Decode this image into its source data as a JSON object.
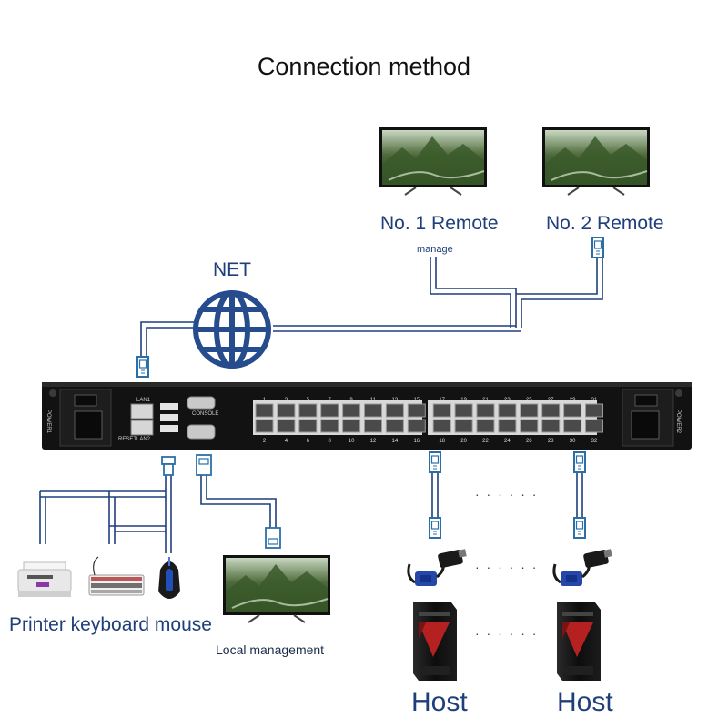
{
  "title": "Connection method",
  "remote1": {
    "label": "No. 1 Remote",
    "sublabel": "manage"
  },
  "remote2": {
    "label": "No. 2 Remote"
  },
  "net_label": "NET",
  "devices_label": "Printer keyboard mouse",
  "local_label": "Local management",
  "host1_label": "Host",
  "host2_label": "Host",
  "ellipsis": "· · · · · ·",
  "panel": {
    "power1": "POWER1",
    "power2": "POWER2",
    "lan1": "LAN1",
    "lan2": "LAN2",
    "reset": "RESET",
    "console": "CONSOLE",
    "ports_top": [
      "1",
      "3",
      "5",
      "7",
      "9",
      "11",
      "13",
      "15",
      "17",
      "19",
      "21",
      "23",
      "25",
      "27",
      "29",
      "31"
    ],
    "ports_bottom": [
      "2",
      "4",
      "6",
      "8",
      "10",
      "12",
      "14",
      "16",
      "18",
      "20",
      "22",
      "24",
      "26",
      "28",
      "30",
      "32"
    ]
  },
  "colors": {
    "line": "#1f3f7a",
    "globe": "#274c8e",
    "device": "#1a1a1a",
    "plug": "#2b6fa8"
  },
  "icons": [
    "monitor-icon",
    "globe-icon",
    "rj45-plug-icon",
    "usb-plug-icon",
    "vga-plug-icon",
    "printer-icon",
    "keyboard-icon",
    "mouse-icon",
    "usb-vga-adapter-icon",
    "pc-tower-icon",
    "power-switch-icon",
    "power-socket-icon"
  ]
}
